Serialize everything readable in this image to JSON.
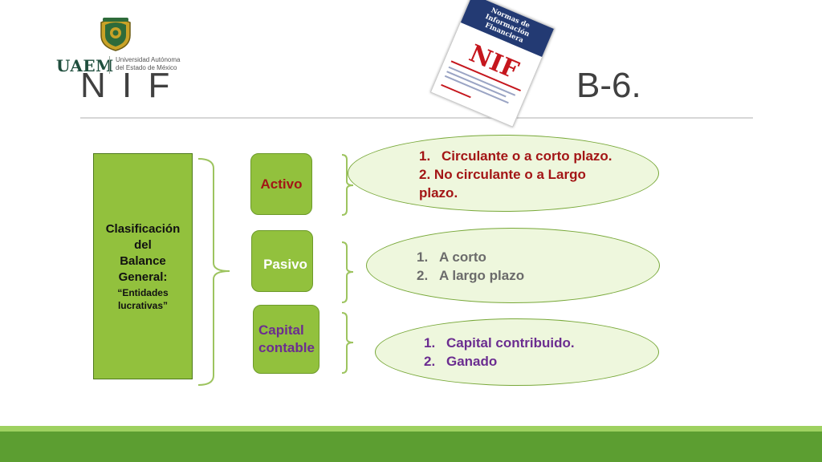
{
  "logo": {
    "wordmark": "UAEM",
    "subtitle": "Universidad Autónoma del Estado de México"
  },
  "slide": {
    "title_left": "N I F",
    "title_right": "B-6."
  },
  "cover": {
    "band_text": "Normas de Información Financiera",
    "big_text": "NIF"
  },
  "diagram": {
    "root": {
      "title": "Clasificación\ndel\nBalance\nGeneral:",
      "subtitle": "“Entidades\nlucrativas”"
    },
    "categories": [
      {
        "label": "Activo",
        "color": "#a31616"
      },
      {
        "label": "Pasivo",
        "color": "#ffffff"
      },
      {
        "label": "Capital\ncontable",
        "color": "#6b2d90"
      }
    ],
    "details": [
      {
        "items": [
          {
            "num": "1.",
            "text": "Circulante o a corto plazo."
          },
          {
            "num": "2.",
            "text": "No circulante o a Largo plazo."
          }
        ]
      },
      {
        "items": [
          {
            "num": "1.",
            "text": "A corto"
          },
          {
            "num": "2.",
            "text": "A largo plazo"
          }
        ]
      },
      {
        "items": [
          {
            "num": "1.",
            "text": "Capital contribuido."
          },
          {
            "num": "2.",
            "text": "Ganado"
          }
        ]
      }
    ]
  },
  "colors": {
    "box_green": "#92c13d",
    "footer_dark": "#5c9e31",
    "footer_light": "#9ed160"
  }
}
